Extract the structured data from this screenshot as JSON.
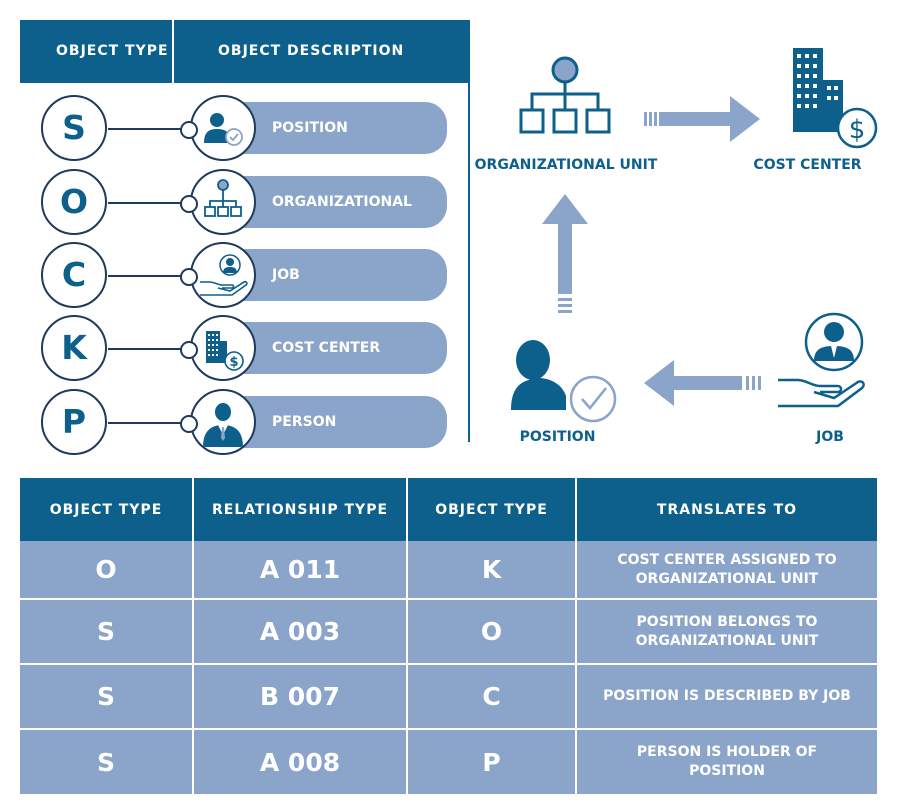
{
  "legend": {
    "header": {
      "col1": "OBJECT TYPE",
      "col2": "OBJECT DESCRIPTION"
    },
    "items": [
      {
        "letter": "S",
        "label": "POSITION",
        "icon": "position-icon"
      },
      {
        "letter": "O",
        "label": "ORGANIZATIONAL UNIT",
        "icon": "org-unit-icon"
      },
      {
        "letter": "C",
        "label": "JOB",
        "icon": "job-icon"
      },
      {
        "letter": "K",
        "label": "COST CENTER",
        "icon": "cost-center-icon"
      },
      {
        "letter": "P",
        "label": "PERSON",
        "icon": "person-icon"
      }
    ]
  },
  "diagram": {
    "org_unit_label": "ORGANIZATIONAL UNIT",
    "cost_center_label": "COST CENTER",
    "position_label": "POSITION",
    "job_label": "JOB"
  },
  "table": {
    "headers": [
      "OBJECT TYPE",
      "RELATIONSHIP TYPE",
      "OBJECT TYPE",
      "TRANSLATES TO"
    ],
    "rows": [
      {
        "obj1": "O",
        "rel": "A 011",
        "obj2": "K",
        "desc_line1": "COST CENTER ASSIGNED TO",
        "desc_line2": "ORGANIZATIONAL UNIT"
      },
      {
        "obj1": "S",
        "rel": "A 003",
        "obj2": "O",
        "desc_line1": "POSITION BELONGS TO",
        "desc_line2": "ORGANIZATIONAL UNIT"
      },
      {
        "obj1": "S",
        "rel": "B 007",
        "obj2": "C",
        "desc_line1": "POSITION IS DESCRIBED BY JOB",
        "desc_line2": ""
      },
      {
        "obj1": "S",
        "rel": "A 008",
        "obj2": "P",
        "desc_line1": "PERSON IS HOLDER OF POSITION",
        "desc_line2": ""
      }
    ]
  },
  "colors": {
    "primary": "#0d5f8c",
    "light": "#8ba4c9",
    "outline": "#1e3a5c"
  }
}
